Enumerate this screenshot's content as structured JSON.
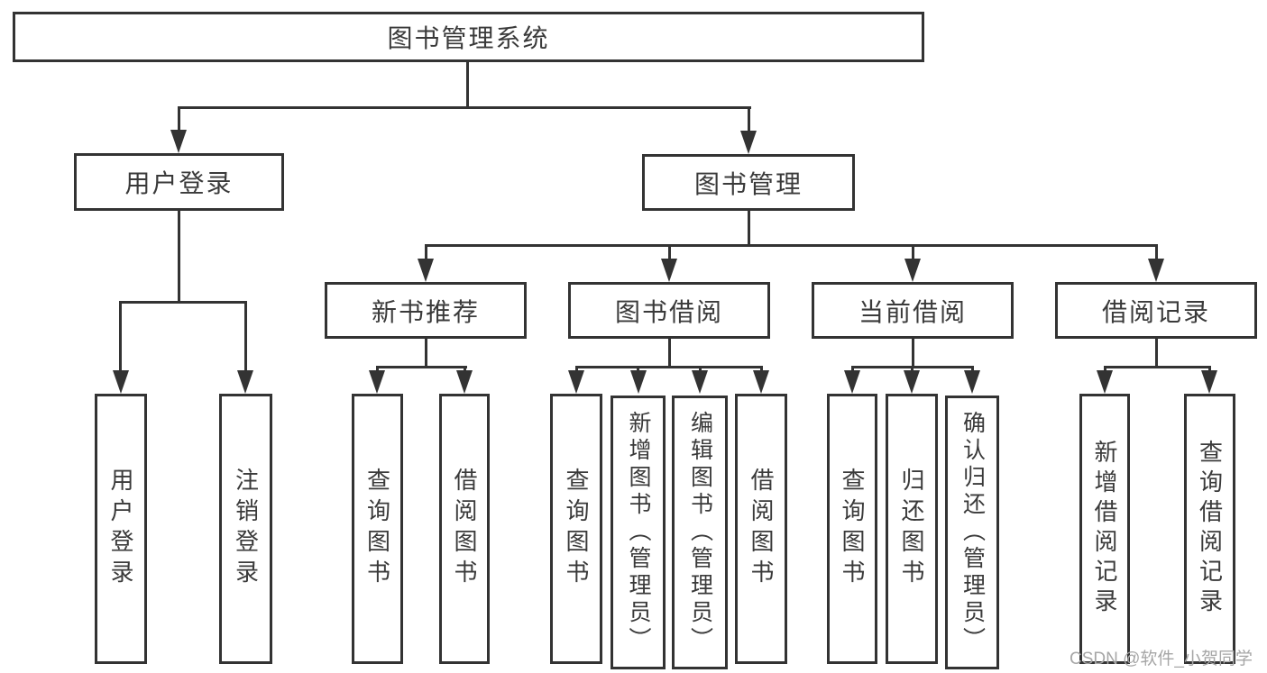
{
  "tree": {
    "label": "图书管理系统",
    "children": [
      {
        "label": "用户登录",
        "children": [
          {
            "label": "用户登录"
          },
          {
            "label": "注销登录"
          }
        ]
      },
      {
        "label": "图书管理",
        "children": [
          {
            "label": "新书推荐",
            "children": [
              {
                "label": "查询图书"
              },
              {
                "label": "借阅图书"
              }
            ]
          },
          {
            "label": "图书借阅",
            "children": [
              {
                "label": "查询图书"
              },
              {
                "label": "新增图书（管理员）"
              },
              {
                "label": "编辑图书（管理员）"
              },
              {
                "label": "借阅图书"
              }
            ]
          },
          {
            "label": "当前借阅",
            "children": [
              {
                "label": "查询图书"
              },
              {
                "label": "归还图书"
              },
              {
                "label": "确认归还（管理员）"
              }
            ]
          },
          {
            "label": "借阅记录",
            "children": [
              {
                "label": "新增借阅记录"
              },
              {
                "label": "查询借阅记录"
              }
            ]
          }
        ]
      }
    ]
  },
  "watermark": {
    "text": "CSDN @软件_小贺同学"
  },
  "colors": {
    "line": "#333333",
    "text": "#3a3a3a",
    "bg": "#ffffff",
    "watermark": "#a6a6a6"
  }
}
